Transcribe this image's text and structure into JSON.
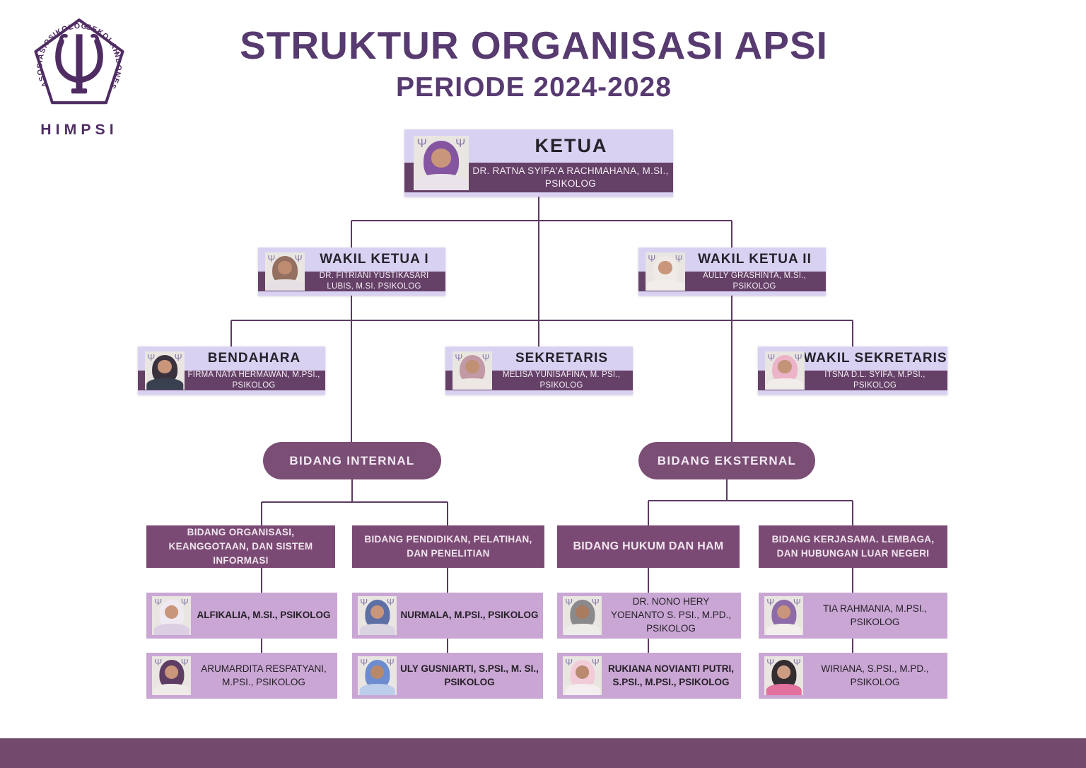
{
  "header": {
    "title": "STRUKTUR ORGANISASI APSI",
    "subtitle": "PERIODE 2024-2028"
  },
  "logo": {
    "name": "HIMPSI",
    "ring": [
      "ASOSIASI",
      "PSIKOLOG",
      "SEKOLAH",
      "INDONESIA"
    ],
    "symbol": "psi-trident-icon"
  },
  "colors": {
    "title_text": "#573A70",
    "logo_purple": "#4F2D63",
    "card_header_bg": "#D9D1F1",
    "card_name_band_bg": "#654067",
    "division_header_bg": "#7B4A74",
    "member_card_bg": "#C9A6D4",
    "pill_bg": "#7B4E76",
    "connector_line": "#5C3A62",
    "footer_bar": "#714A6E"
  },
  "org": {
    "officers": {
      "ketua": {
        "title": "KETUA",
        "name": "DR. RATNA SYIFA'A RACHMAHANA, M.SI., PSIKOLOG",
        "avatar": {
          "scarf": "#8455A0",
          "top": "#EAE3EC",
          "skin": "#C9957B"
        }
      },
      "wakil_ketua_1": {
        "title": "WAKIL KETUA I",
        "name": "DR. FITRIANI YUSTIKASARI LUBIS, M.SI. PSIKOLOG",
        "avatar": {
          "scarf": "#93705F",
          "top": "#E6E0E4",
          "skin": "#BE8C70"
        }
      },
      "wakil_ketua_2": {
        "title": "WAKIL KETUA II",
        "name": "AULLY GRASHINTA, M.SI., PSIKOLOG",
        "avatar": {
          "scarf": "#EFEAE6",
          "top": "#F1EDEA",
          "skin": "#C9957B"
        }
      },
      "bendahara": {
        "title": "BENDAHARA",
        "name": "FIRMA NATA HERMAWAN, M.PSI., PSIKOLOG",
        "avatar": {
          "scarf": "#3A333E",
          "top": "#39404F",
          "skin": "#C9957B"
        }
      },
      "sekretaris": {
        "title": "SEKRETARIS",
        "name": "MELISA YUNISAFINA, M. PSI., PSIKOLOG",
        "avatar": {
          "scarf": "#C29AA6",
          "top": "#EDE8E4",
          "skin": "#C09074"
        }
      },
      "wakil_sekretaris": {
        "title": "WAKIL SEKRETARIS",
        "name": "ITSNA D.L. SYIFA, M.PSI., PSIKOLOG",
        "avatar": {
          "scarf": "#EDB3C8",
          "top": "#F1EDEB",
          "skin": "#C49478"
        }
      }
    },
    "groups": {
      "internal": "BIDANG INTERNAL",
      "eksternal": "BIDANG EKSTERNAL"
    },
    "divisions": [
      {
        "header": "BIDANG ORGANISASI, KEANGGOTAAN, DAN SISTEM INFORMASI",
        "members": [
          {
            "name": "ALFIKALIA, M.SI., PSIKOLOG",
            "bold": true,
            "avatar": {
              "scarf": "#EFE9F1",
              "top": "#DCCFE3",
              "skin": "#C9957B"
            }
          },
          {
            "name": "ARUMARDITA RESPATYANI, M.PSI., PSIKOLOG",
            "bold": false,
            "avatar": {
              "scarf": "#5D3D63",
              "top": "#EFEBE8",
              "skin": "#C9957B"
            }
          }
        ]
      },
      {
        "header": "BIDANG PENDIDIKAN, PELATIHAN, DAN PENELITIAN",
        "members": [
          {
            "name": "NURMALA, M.PSI., PSIKOLOG",
            "bold": true,
            "avatar": {
              "scarf": "#5E6FA6",
              "top": "#D9D3E2",
              "skin": "#C9957B"
            }
          },
          {
            "name": "ULY GUSNIARTI, S.PSI., M. SI., PSIKOLOG",
            "bold": true,
            "avatar": {
              "scarf": "#6D8CCF",
              "top": "#BBCDEA",
              "skin": "#B9886A"
            }
          }
        ]
      },
      {
        "header": "BIDANG HUKUM DAN HAM",
        "members": [
          {
            "name": "DR. NONO HERY YOENANTO S. PSI., M.PD., PSIKOLOG",
            "bold": false,
            "avatar": {
              "scarf": "#8A8A8C",
              "top": "#EDECE9",
              "skin": "#A97B5F"
            }
          },
          {
            "name": "RUKIANA NOVIANTI PUTRI, S.PSI., M.PSI., PSIKOLOG",
            "bold": true,
            "avatar": {
              "scarf": "#F2CBD9",
              "top": "#F5EEF1",
              "skin": "#B98A6F"
            }
          }
        ]
      },
      {
        "header": "BIDANG KERJASAMA. LEMBAGA, DAN HUBUNGAN LUAR NEGERI",
        "members": [
          {
            "name": "TIA RAHMANIA, M.PSI., PSIKOLOG",
            "bold": false,
            "avatar": {
              "scarf": "#8E6BA8",
              "top": "#F2EFEC",
              "skin": "#C9957B"
            }
          },
          {
            "name": "WIRIANA, S.PSI., M.PD., PSIKOLOG",
            "bold": false,
            "avatar": {
              "scarf": "#332C31",
              "top": "#E2719E",
              "skin": "#CE9C82"
            }
          }
        ]
      }
    ]
  }
}
